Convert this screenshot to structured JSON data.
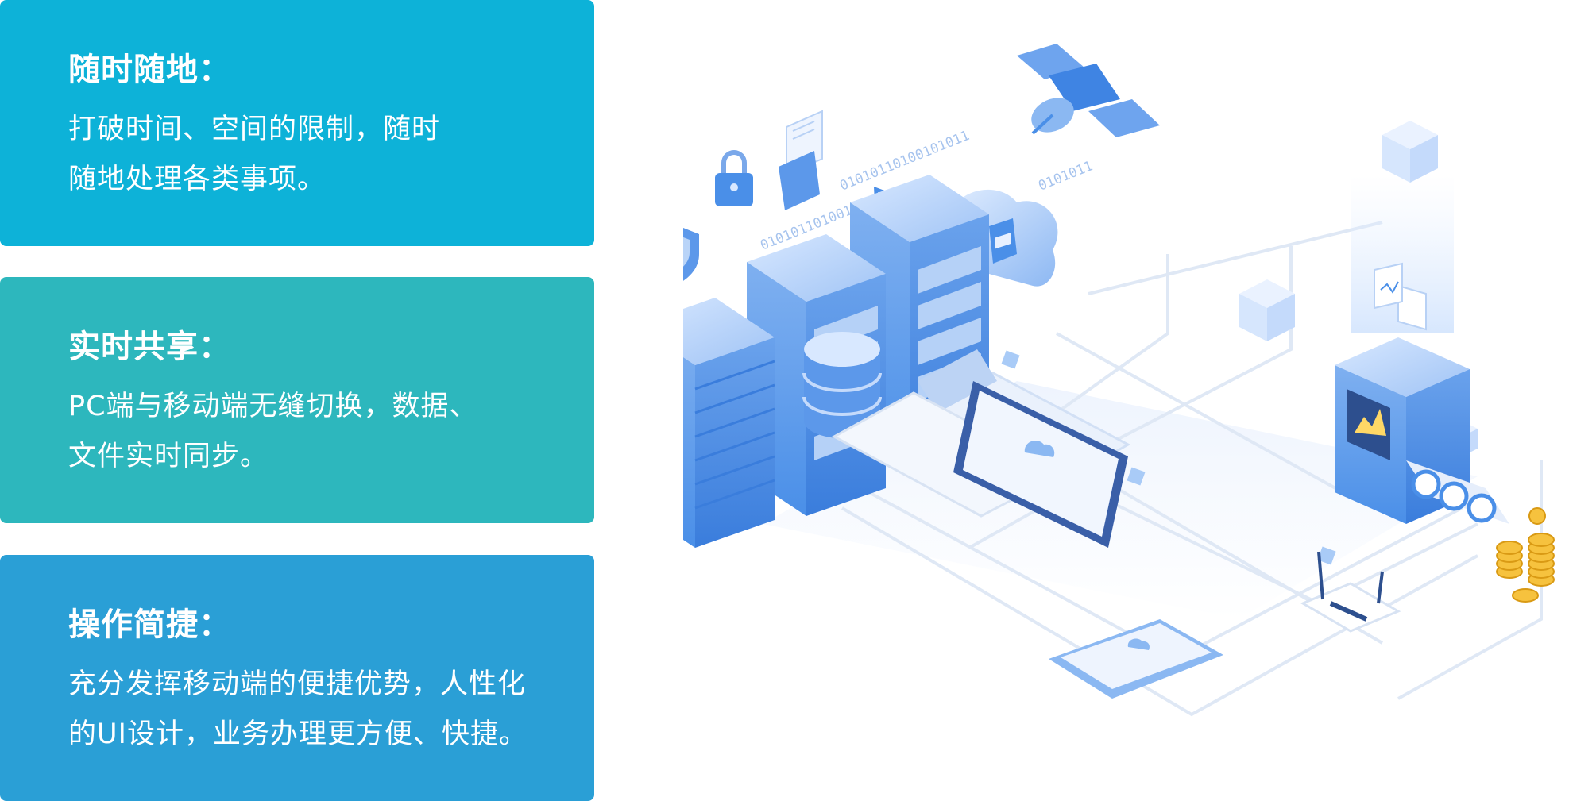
{
  "cards": [
    {
      "title": "随时随地：",
      "lines": [
        "打破时间、空间的限制，随时",
        "随地处理各类事项。"
      ],
      "color": "#0db2d8"
    },
    {
      "title": "实时共享：",
      "lines": [
        "PC端与移动端无缝切换，数据、",
        "文件实时同步。"
      ],
      "color": "#2db7bd"
    },
    {
      "title": "操作简捷：",
      "lines": [
        "充分发挥移动端的便捷优势，人性化",
        "的UI设计，业务办理更方便、快捷。"
      ],
      "color": "#2a9fd6"
    }
  ],
  "illustration": {
    "binary_strings": [
      "01010110100101011",
      "010101101001011",
      "0101011"
    ],
    "icons": [
      "shield-icon",
      "padlock-icon",
      "document-folder-icon",
      "smartphone-icon",
      "cloud-save-icon",
      "satellite-icon",
      "server-rack-icon",
      "database-icon",
      "laptop-icon",
      "router-icon",
      "tablet-icon",
      "data-processor-icon",
      "coin-stack-icon",
      "cube-icon"
    ],
    "accent": "#4a8fe8"
  }
}
